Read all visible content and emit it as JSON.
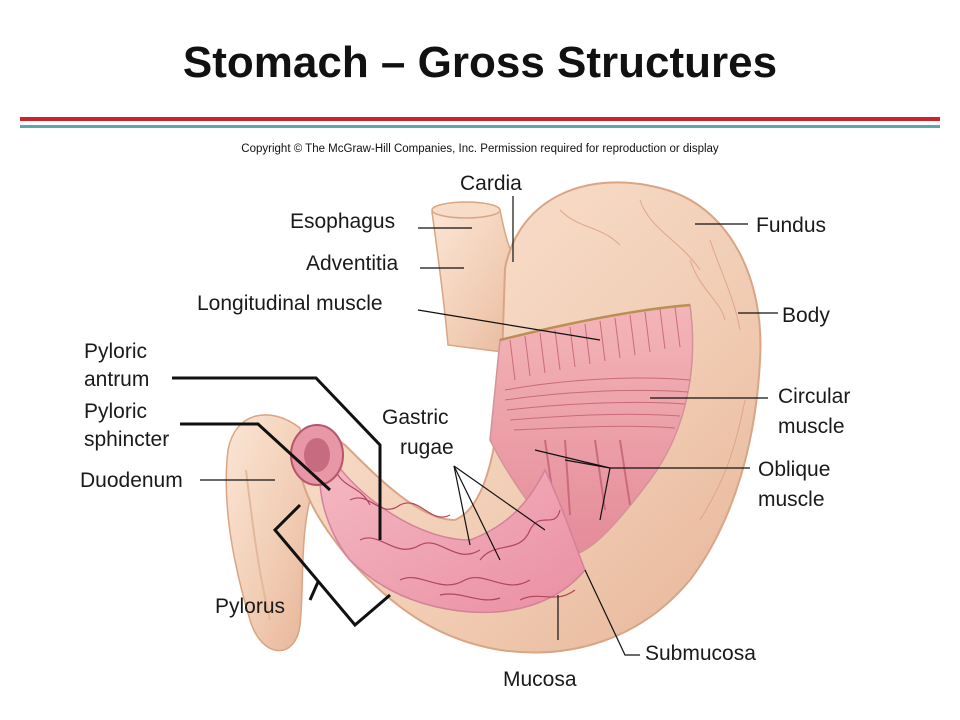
{
  "title": "Stomach – Gross Structures",
  "copyright": "Copyright © The McGraw-Hill Companies, Inc. Permission required for reproduction or display",
  "colors": {
    "title_rule_red": "#c8252c",
    "title_rule_teal": "#5aa7b3",
    "stomach_outer": "#f3d2bb",
    "muscle_pink": "#e89aa3",
    "mucosa_pink": "#ef9fb0",
    "fold_lines": "#b2455e",
    "leader_lines": "#111111"
  },
  "labels": {
    "cardia": "Cardia",
    "esophagus": "Esophagus",
    "adventitia": "Adventitia",
    "longitudinal_muscle": "Longitudinal muscle",
    "fundus": "Fundus",
    "body": "Body",
    "circular_muscle": [
      "Circular",
      "muscle"
    ],
    "oblique_muscle": [
      "Oblique",
      "muscle"
    ],
    "pyloric_antrum": [
      "Pyloric",
      "antrum"
    ],
    "pyloric_sphincter": [
      "Pyloric",
      "sphincter"
    ],
    "gastric_rugae": [
      "Gastric",
      "rugae"
    ],
    "duodenum": "Duodenum",
    "pylorus": "Pylorus",
    "submucosa": "Submucosa",
    "mucosa": "Mucosa"
  }
}
